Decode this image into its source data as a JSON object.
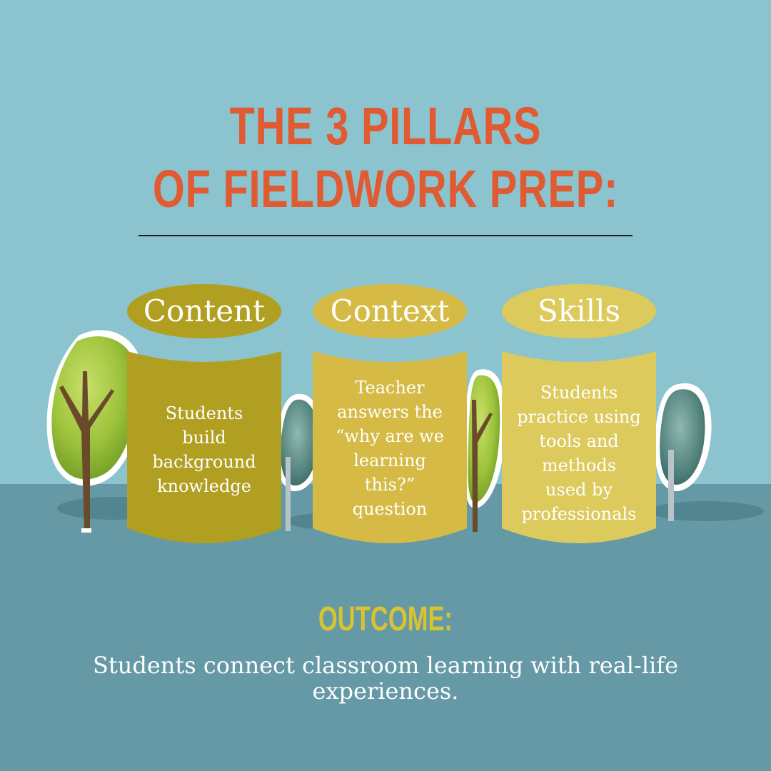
{
  "header": {
    "title_line1": "THE 3 PILLARS",
    "title_line2": "OF FIELDWORK PREP:"
  },
  "colors": {
    "sky": "#8bc3ce",
    "ground": "#6599a6",
    "title": "#e05a32",
    "pillar_content": "#b19f22",
    "pillar_context": "#d5bb45",
    "pillar_skills": "#dcca5c",
    "outcome_title": "#d8c330"
  },
  "pillars": [
    {
      "label": "Content",
      "text": "Students\nbuild\nbackground\nknowledge"
    },
    {
      "label": "Context",
      "text": "Teacher\nanswers the\n“why are we\nlearning\nthis?”\nquestion"
    },
    {
      "label": "Skills",
      "text": "Students\npractice using\ntools and\nmethods\nused by\nprofessionals"
    }
  ],
  "outcome": {
    "title": "OUTCOME:",
    "text": "Students connect classroom learning with real-life experiences."
  }
}
